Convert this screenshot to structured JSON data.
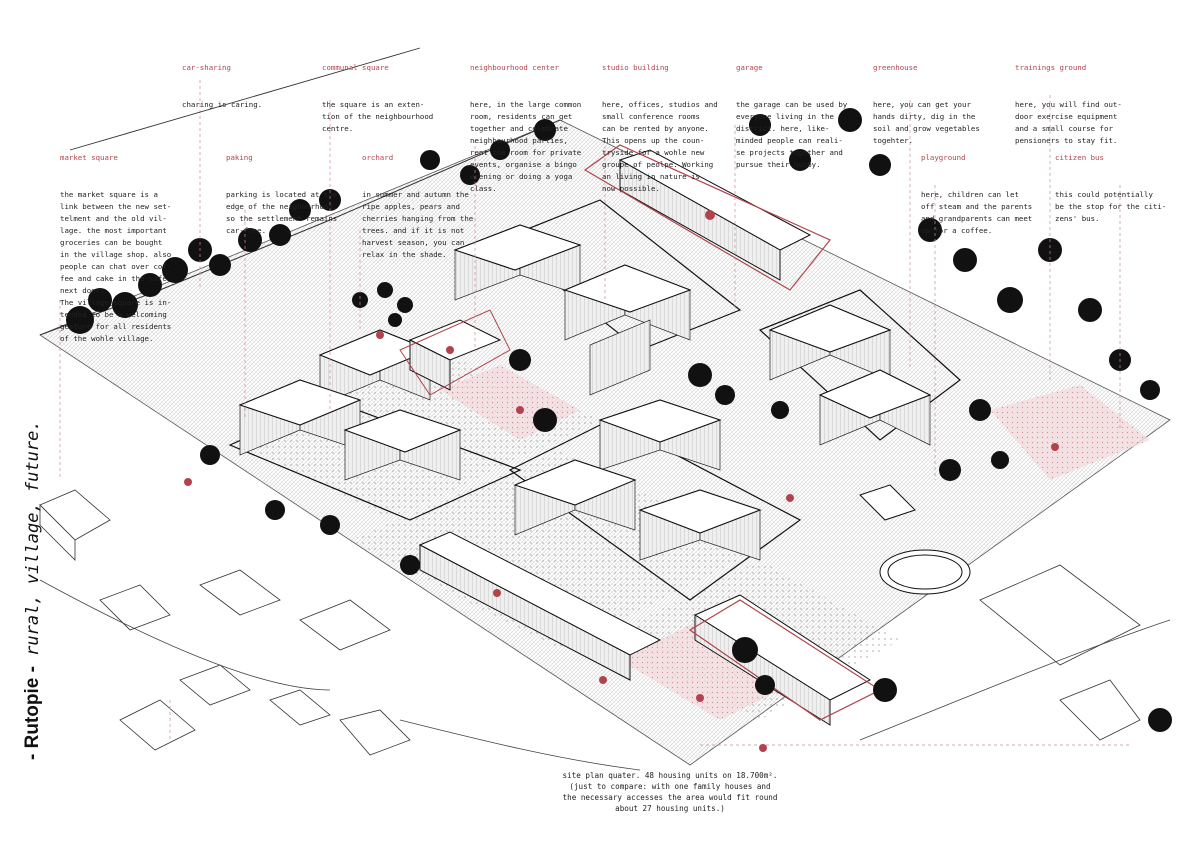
{
  "side_title": {
    "brand": "- Rutopie -",
    "tagline": " rural, village, future."
  },
  "caption": "site plan quater. 48 housing units on 18.700m².\n(just to compare: with one family houses and\nthe necessary accesses the area would fit round\nabout 27 housing units.)",
  "labels": [
    {
      "title": "car-sharing",
      "body": "charing is caring."
    },
    {
      "title": "communal square",
      "body": "the square is an exten-\ntion of the neighbourhood\ncentre."
    },
    {
      "title": "neighbourhood center",
      "body": "here, in the large common\nroom, residents can get\ntogether and celebrate\nneighbourhood parties,\nrent the room for private\nevents, organise a bingo\nevening or doing a yoga\nclass."
    },
    {
      "title": "studio building",
      "body": "here, offices, studios and\nsmall conference rooms\ncan be rented by anyone.\nThis opens up the coun-\ntryside for a wohle new\ngroupe of peolpe. Working\nan living in nature is\nnow possible."
    },
    {
      "title": "garage",
      "body": "the garage can be used by\neveryone living in the\ndistrict. here, like-\nminded people can reali-\nse projects together and\npursue their hobby."
    },
    {
      "title": "greenhouse",
      "body": "here, you can get your\nhands dirty, dig in the\nsoil and grow vegetables\ntogehter."
    },
    {
      "title": "trainings ground",
      "body": "here, you will find out-\ndoor exercise equipment\nand a small course for\npensioners to stay fit."
    },
    {
      "title": "market square",
      "body": "the market square is a\nlink between the new set-\ntelment and the old vil-\nlage. the most important\ngroceries can be bought\nin the village shop. also\npeople can chat over cof-\nfee and cake in the café\nnext door.\nThe village square is in-\ntended to be a welcoming\ngesture for all residents\nof the wohle village."
    },
    {
      "title": "paking",
      "body": "parking is located at the\nedge of the neighborhood.\nso the settlement remains\ncar-free."
    },
    {
      "title": "orchard",
      "body": "in summer and autumn the\nripe apples, pears and\ncherries hanging from the\ntrees. and if it is not\nharvest season, you can\nrelax in the shade."
    },
    {
      "title": "playground",
      "body": "here, children can let\noff steam and the parents\nand grandparents can meet\nup for a coffee."
    },
    {
      "title": "citizen bus",
      "body": "this could potentially\nbe the stop for the citi-\nzens' bus."
    }
  ],
  "colors": {
    "accent": "#b2434d",
    "ink": "#222222",
    "pink": "#f1d6d8",
    "hatch": "#c9c9c9"
  }
}
